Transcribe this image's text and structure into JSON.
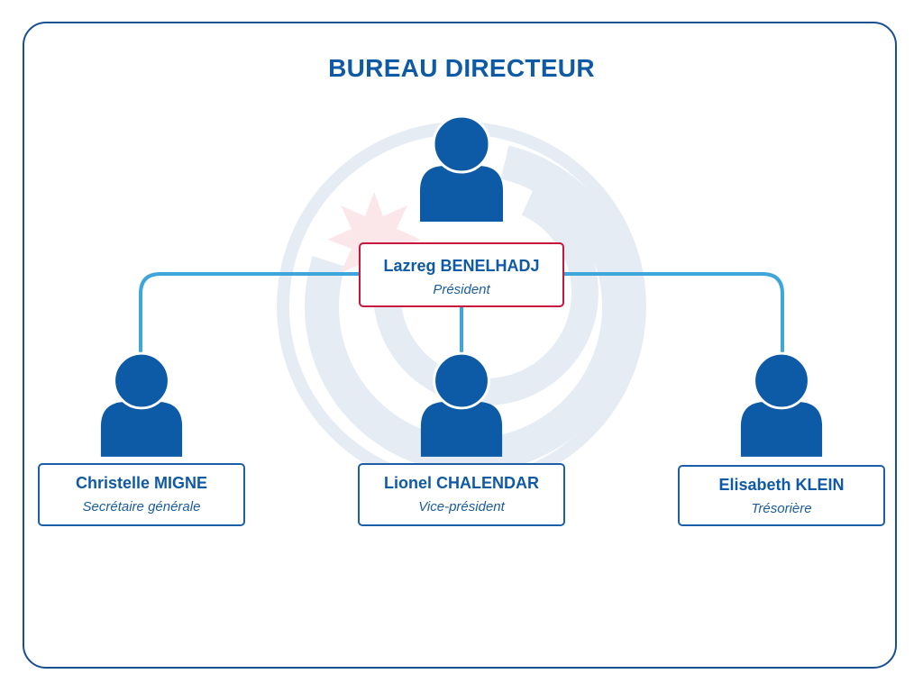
{
  "title": "BUREAU DIRECTEUR",
  "colors": {
    "frame": "#1a4f8f",
    "title": "#0f5aa4",
    "person": "#0d5aa6",
    "connector": "#3fa6dc",
    "president_border": "#c8163f",
    "member_border": "#1c5fa6"
  },
  "members": {
    "president": {
      "name": "Lazreg BENELHADJ",
      "role": "Président",
      "icon": "person-icon"
    },
    "secretary": {
      "name": "Christelle MIGNE",
      "role": "Secrétaire générale",
      "icon": "person-icon"
    },
    "vice_president": {
      "name": "Lionel CHALENDAR",
      "role": "Vice-président",
      "icon": "person-icon"
    },
    "treasurer": {
      "name": "Elisabeth KLEIN",
      "role": "Trésorière",
      "icon": "person-icon"
    }
  }
}
